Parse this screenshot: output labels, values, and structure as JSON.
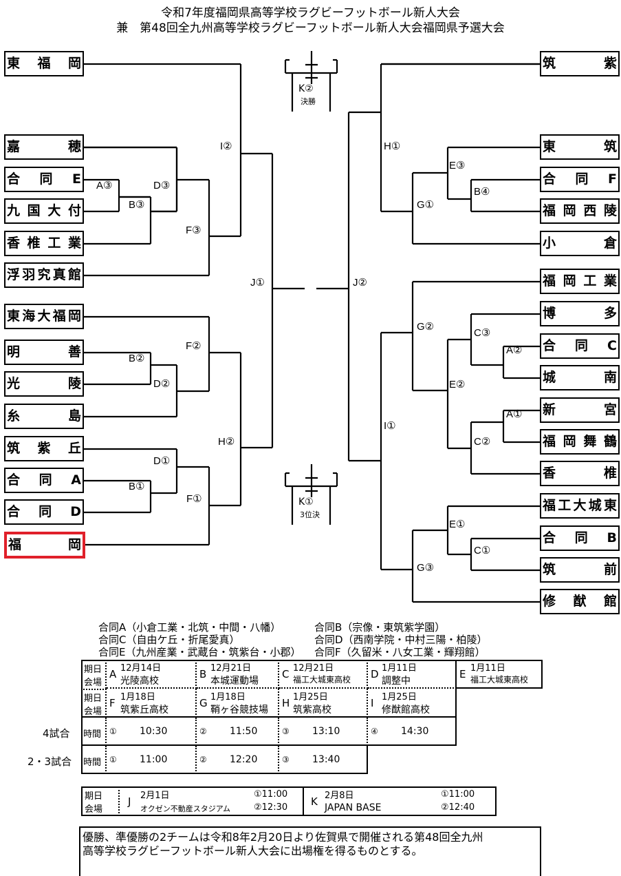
{
  "title": {
    "line1": "令和7年度福岡県高等学校ラグビーフットボール新人大会",
    "line2": "兼　第48回全九州高等学校ラグビーフットボール新人大会福岡県予選大会"
  },
  "highlight_color": "#e0202a",
  "left_teams": [
    {
      "name": "東福岡",
      "chars": [
        "東",
        "福",
        "岡"
      ]
    },
    {
      "name": "嘉穂",
      "chars": [
        "嘉",
        "穂"
      ]
    },
    {
      "name": "合同E",
      "chars": [
        "合",
        "同",
        "E"
      ]
    },
    {
      "name": "九国大付",
      "chars": [
        "九",
        "国",
        "大",
        "付"
      ]
    },
    {
      "name": "香椎工業",
      "chars": [
        "香",
        "椎",
        "工",
        "業"
      ]
    },
    {
      "name": "浮羽究真館",
      "chars": [
        "浮",
        "羽",
        "究",
        "真",
        "館"
      ]
    },
    {
      "name": "東海大福岡",
      "chars": [
        "東",
        "海",
        "大",
        "福",
        "岡"
      ]
    },
    {
      "name": "明善",
      "chars": [
        "明",
        "善"
      ]
    },
    {
      "name": "光陵",
      "chars": [
        "光",
        "陵"
      ]
    },
    {
      "name": "糸島",
      "chars": [
        "糸",
        "島"
      ]
    },
    {
      "name": "筑紫丘",
      "chars": [
        "筑",
        "紫",
        "丘"
      ]
    },
    {
      "name": "合同A",
      "chars": [
        "合",
        "同",
        "A"
      ]
    },
    {
      "name": "合同D",
      "chars": [
        "合",
        "同",
        "D"
      ]
    },
    {
      "name": "福岡",
      "chars": [
        "福",
        "岡"
      ],
      "highlighted": true
    }
  ],
  "right_teams": [
    {
      "name": "筑紫",
      "chars": [
        "筑",
        "紫"
      ]
    },
    {
      "name": "東筑",
      "chars": [
        "東",
        "筑"
      ]
    },
    {
      "name": "合同F",
      "chars": [
        "合",
        "同",
        "F"
      ]
    },
    {
      "name": "福岡西陵",
      "chars": [
        "福",
        "岡",
        "西",
        "陵"
      ]
    },
    {
      "name": "小倉",
      "chars": [
        "小",
        "倉"
      ]
    },
    {
      "name": "福岡工業",
      "chars": [
        "福",
        "岡",
        "工",
        "業"
      ]
    },
    {
      "name": "博多",
      "chars": [
        "博",
        "多"
      ]
    },
    {
      "name": "合同C",
      "chars": [
        "合",
        "同",
        "C"
      ]
    },
    {
      "name": "城南",
      "chars": [
        "城",
        "南"
      ]
    },
    {
      "name": "新宮",
      "chars": [
        "新",
        "宮"
      ]
    },
    {
      "name": "福岡舞鶴",
      "chars": [
        "福",
        "岡",
        "舞",
        "鶴"
      ]
    },
    {
      "name": "香椎",
      "chars": [
        "香",
        "椎"
      ]
    },
    {
      "name": "福工大城東",
      "chars": [
        "福",
        "工",
        "大",
        "城",
        "東"
      ]
    },
    {
      "name": "合同B",
      "chars": [
        "合",
        "同",
        "B"
      ]
    },
    {
      "name": "筑前",
      "chars": [
        "筑",
        "前"
      ]
    },
    {
      "name": "修猷館",
      "chars": [
        "修",
        "猷",
        "館"
      ]
    }
  ],
  "match_labels": {
    "I2": "I②",
    "D3": "D③",
    "A3": "A③",
    "B3": "B③",
    "F3": "F③",
    "J1": "J①",
    "F2": "F②",
    "B2": "B②",
    "D2": "D②",
    "H2": "H②",
    "D1": "D①",
    "B1": "B①",
    "F1": "F①",
    "H1": "H①",
    "E3": "E③",
    "B4": "B④",
    "G1": "G①",
    "J2": "J②",
    "G2": "G②",
    "C3": "C③",
    "A2": "A②",
    "E2": "E②",
    "I1": "I①",
    "A1": "A①",
    "C2": "C②",
    "E1": "E①",
    "C1": "C①",
    "G3": "G③"
  },
  "final": {
    "label": "K②",
    "sub": "決勝"
  },
  "third_place": {
    "label": "K①",
    "sub": "3位決"
  },
  "joint_teams": [
    "合同A（小倉工業・北筑・中間・八幡）",
    "合同B（宗像・東筑紫学園）",
    "合同C（自由ケ丘・折尾愛真）",
    "合同D（西南学院・中村三陽・柏陵）",
    "合同E（九州産業・武蔵台・筑紫台・小郡）",
    "合同F（久留米・八女工業・輝翔館）"
  ],
  "schedule": {
    "header_date": "期日",
    "header_venue": "会場",
    "row1": [
      {
        "code": "A",
        "date": "12月14日",
        "venue": "光陵高校"
      },
      {
        "code": "B",
        "date": "12月21日",
        "venue": "本城運動場"
      },
      {
        "code": "C",
        "date": "12月21日",
        "venue": "福工大城東高校"
      },
      {
        "code": "D",
        "date": "1月11日",
        "venue": "調整中"
      },
      {
        "code": "E",
        "date": "1月11日",
        "venue": "福工大城東高校"
      }
    ],
    "row2": [
      {
        "code": "F",
        "date": "1月18日",
        "venue": "筑紫丘高校"
      },
      {
        "code": "G",
        "date": "1月18日",
        "venue": "鞘ヶ谷競技場"
      },
      {
        "code": "H",
        "date": "1月25日",
        "venue": "筑紫高校"
      },
      {
        "code": "I",
        "date": "1月25日",
        "venue": "修猷館高校"
      }
    ],
    "times_label": "時間",
    "four_games": {
      "label": "4試合",
      "slots": [
        [
          "①",
          "10:30"
        ],
        [
          "②",
          "11:50"
        ],
        [
          "③",
          "13:10"
        ],
        [
          "④",
          "14:30"
        ]
      ]
    },
    "two_three_games": {
      "label": "2・3試合",
      "slots": [
        [
          "①",
          "11:00"
        ],
        [
          "②",
          "12:20"
        ],
        [
          "③",
          "13:40"
        ]
      ]
    }
  },
  "finals_schedule": {
    "header_date": "期日",
    "header_venue": "会場",
    "J": {
      "code": "J",
      "date": "2月1日",
      "venue": "オクゼン不動産スタジアム",
      "time1": "①11:00",
      "time2": "②12:30"
    },
    "K": {
      "code": "K",
      "date": "2月8日",
      "venue": "JAPAN BASE",
      "time1": "①11:00",
      "time2": "②12:40"
    }
  },
  "remark": {
    "line1": "優勝、準優勝の2チームは令和8年2月20日より佐賀県で開催される第48回全九州",
    "line2": "高等学校ラグビーフットボール新人大会に出場権を得るものとする。"
  }
}
